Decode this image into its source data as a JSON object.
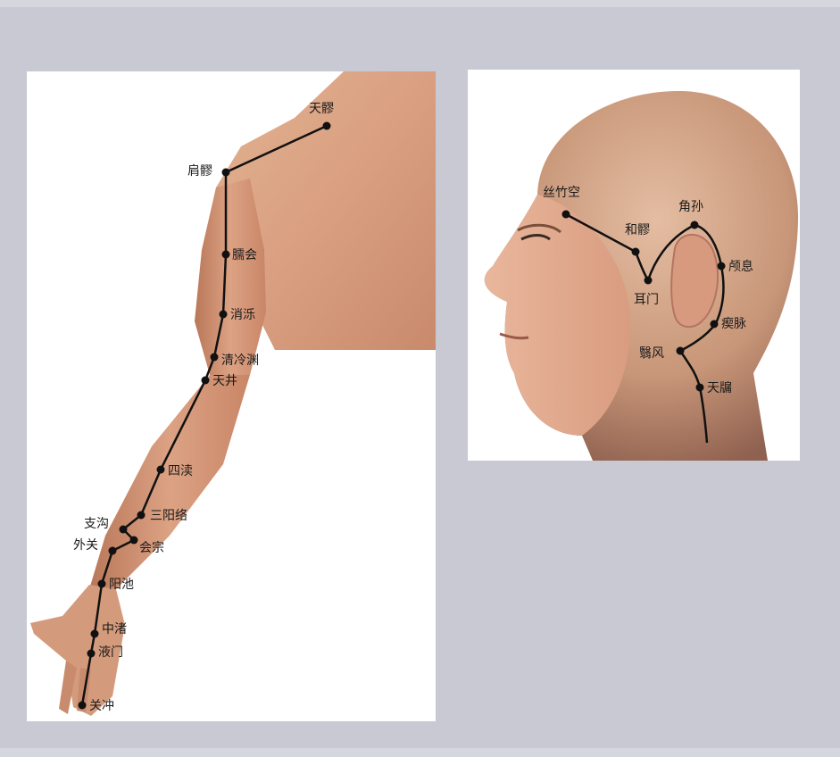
{
  "arm_panel": {
    "points": [
      {
        "id": "tianliao",
        "label": "天髎"
      },
      {
        "id": "jianliao",
        "label": "肩髎"
      },
      {
        "id": "naohui",
        "label": "臑会"
      },
      {
        "id": "xiaoluo",
        "label": "消泺"
      },
      {
        "id": "qinglengyuan",
        "label": "清冷渊"
      },
      {
        "id": "tianjing",
        "label": "天井"
      },
      {
        "id": "sidu",
        "label": "四渎"
      },
      {
        "id": "sanyangluo",
        "label": "三阳络"
      },
      {
        "id": "zhigou",
        "label": "支沟"
      },
      {
        "id": "huizong",
        "label": "会宗"
      },
      {
        "id": "waiguan",
        "label": "外关"
      },
      {
        "id": "yangchi",
        "label": "阳池"
      },
      {
        "id": "zhongzhu",
        "label": "中渚"
      },
      {
        "id": "yemen",
        "label": "液门"
      },
      {
        "id": "guanchong",
        "label": "关冲"
      }
    ]
  },
  "head_panel": {
    "points": [
      {
        "id": "sizhukong",
        "label": "丝竹空"
      },
      {
        "id": "heliao",
        "label": "和髎"
      },
      {
        "id": "ermen",
        "label": "耳门"
      },
      {
        "id": "jiaosun",
        "label": "角孙"
      },
      {
        "id": "luxi",
        "label": "颅息"
      },
      {
        "id": "chimai",
        "label": "瘈脉"
      },
      {
        "id": "yifeng",
        "label": "翳风"
      },
      {
        "id": "tianyou",
        "label": "天牖"
      }
    ]
  }
}
